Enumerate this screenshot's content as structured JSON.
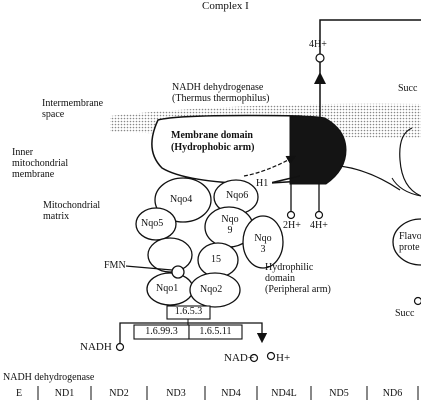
{
  "title": "Complex I",
  "labels": {
    "proton_top": "4H+",
    "nadh_dh_name": "NADH dehydrogenase",
    "nadh_dh_species": "(Thermus thermophilus)",
    "intermembrane_space": [
      "Intermembrane",
      "space"
    ],
    "inner_membrane": [
      "Inner",
      "mitochondrial",
      "membrane"
    ],
    "mitochondrial_matrix": [
      "Mitochondrial",
      "matrix"
    ],
    "membrane_domain": [
      "Membrane domain",
      "(Hydrophobic arm)"
    ],
    "h1": "H1",
    "proton_2h": "2H+",
    "proton_4h": "4H+",
    "hydrophilic_domain": [
      "Hydrophilic",
      "domain",
      "(Peripheral arm)"
    ],
    "fmn": "FMN",
    "nadh": "NADH",
    "nad_plus": "NAD+",
    "h_plus": "H+",
    "succinate_top": "Succ",
    "succinate_bottom": "Succ",
    "flavoprotein": [
      "Flavo",
      "prote"
    ],
    "bottom_title": "NADH dehydrogenase"
  },
  "subunits": {
    "nqo4": "Nqo4",
    "nqo6": "Nqo6",
    "nqo5": "Nqo5",
    "nqo9": [
      "Nqo",
      "9"
    ],
    "nqo3": [
      "Nqo",
      "3"
    ],
    "s15": "15",
    "nqo1": "Nqo1",
    "nqo2": "Nqo2"
  },
  "ec_numbers": {
    "ec1": "1.6.5.3",
    "ec2": "1.6.99.3",
    "ec3": "1.6.5.11"
  },
  "genes": [
    "E",
    "ND1",
    "ND2",
    "ND3",
    "ND4",
    "ND4L",
    "ND5",
    "ND6"
  ]
}
